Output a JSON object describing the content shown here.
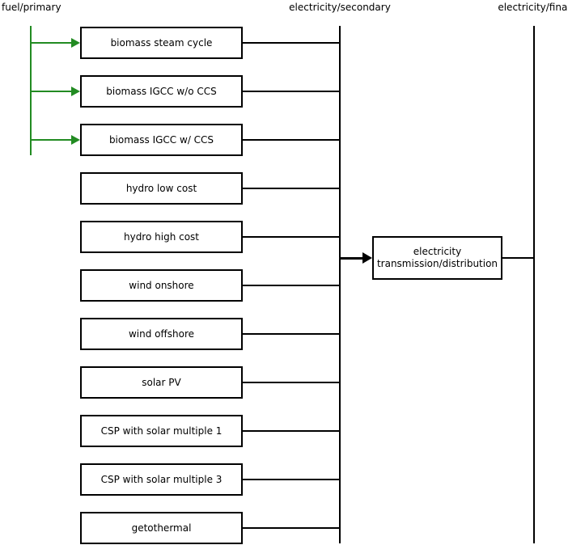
{
  "headers": {
    "primary": "fuel/primary",
    "secondary": "electricity/secondary",
    "final": "electricity/final"
  },
  "technologies": [
    {
      "label": "biomass steam cycle",
      "fuel_input": true
    },
    {
      "label": "biomass IGCC w/o CCS",
      "fuel_input": true
    },
    {
      "label": "biomass IGCC w/ CCS",
      "fuel_input": true
    },
    {
      "label": "hydro low cost",
      "fuel_input": false
    },
    {
      "label": "hydro high cost",
      "fuel_input": false
    },
    {
      "label": "wind onshore",
      "fuel_input": false
    },
    {
      "label": "wind offshore",
      "fuel_input": false
    },
    {
      "label": "solar PV",
      "fuel_input": false
    },
    {
      "label": "CSP with solar multiple 1",
      "fuel_input": false
    },
    {
      "label": "CSP with solar multiple 3",
      "fuel_input": false
    },
    {
      "label": "getothermal",
      "fuel_input": false
    }
  ],
  "transmission": {
    "line1": "electricity",
    "line2": "transmission/distribution"
  },
  "colors": {
    "bus_line": "#000000",
    "fuel_arrow_green": "#228B22",
    "background": "#ffffff"
  }
}
